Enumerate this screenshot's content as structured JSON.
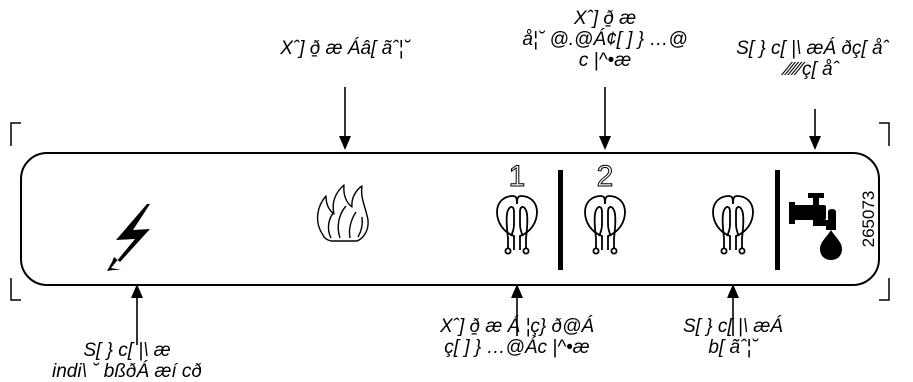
{
  "labels": {
    "top_1": [
      "Xˆ] ð̱ æ Áâ[ ãˆ¦˘"
    ],
    "top_2": [
      "Xˆ] ð̱ æ",
      "å¦˘ @.@Á¢[ ] } …@",
      "c |^•æ"
    ],
    "top_3": [
      "S[ } c[ |\\ æÁ  ðç[ åˆ",
      "∕∕∕∕∕ç[ åˆ"
    ],
    "bottom_1": [
      "S[ } c[ |\\ æ",
      "indi\\ ˘ bßðÁ æí  cð"
    ],
    "bottom_2": [
      "Xˆ] ð̱ æ Á ¦ç} ð@Á",
      "ç[ ] } …@Ác |^•æ"
    ],
    "bottom_3": [
      "S[ } c[ |\\ æÁ",
      "b[ ãˆ¦˘"
    ]
  },
  "panel": {
    "number_1": "1",
    "number_2": "2",
    "part_number": "265073"
  },
  "icons": [
    "lightning-bolt-icon",
    "flame-icon",
    "heating-element-icon",
    "heating-element-icon",
    "heating-element-icon",
    "water-tap-icon"
  ]
}
